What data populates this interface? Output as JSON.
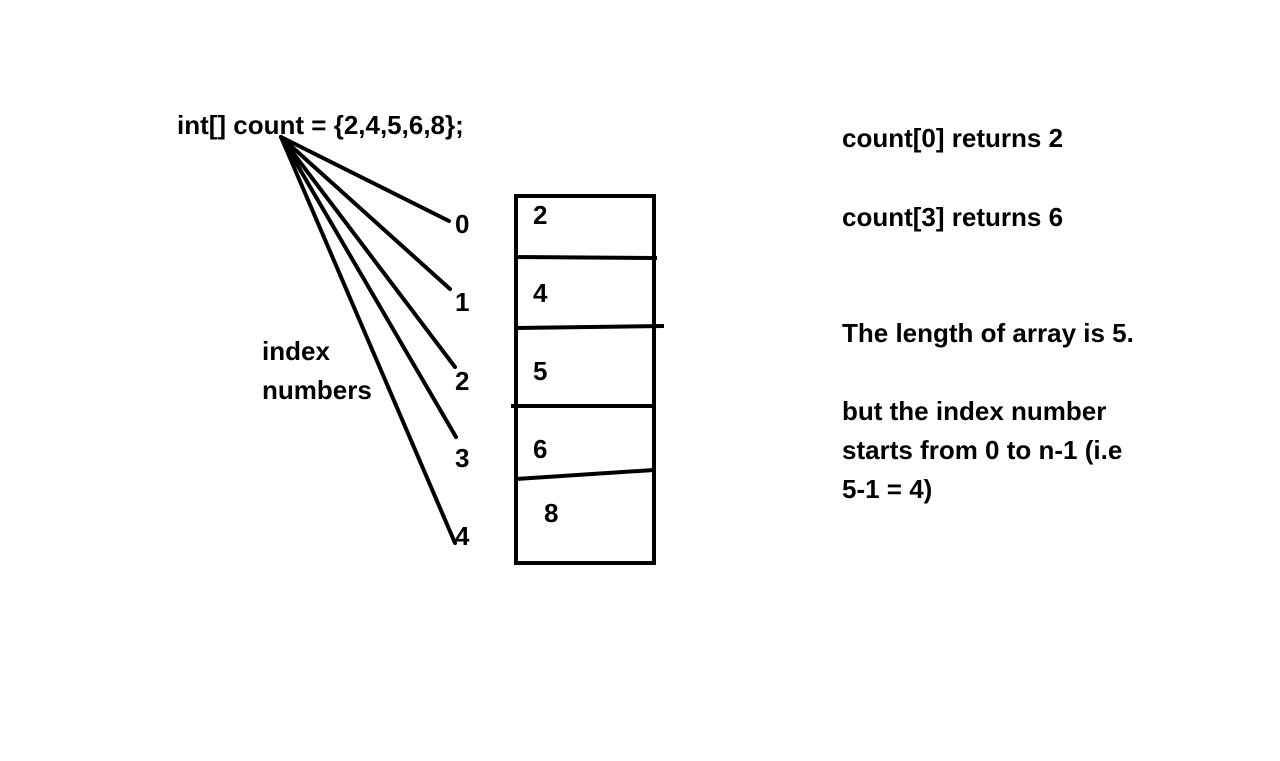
{
  "declaration": "int[]  count = {2,4,5,6,8};",
  "index_caption": [
    "index",
    "numbers"
  ],
  "indices": [
    "0",
    "1",
    "2",
    "3",
    "4"
  ],
  "values": [
    "2",
    "4",
    "5",
    "6",
    "8"
  ],
  "notes": {
    "access_0": "count[0] returns 2",
    "access_3": "count[3] returns 6",
    "length": "The length of array is 5.",
    "range_lines": [
      "but the index number",
      "starts from 0 to n-1 (i.e",
      "5-1 = 4)"
    ]
  }
}
